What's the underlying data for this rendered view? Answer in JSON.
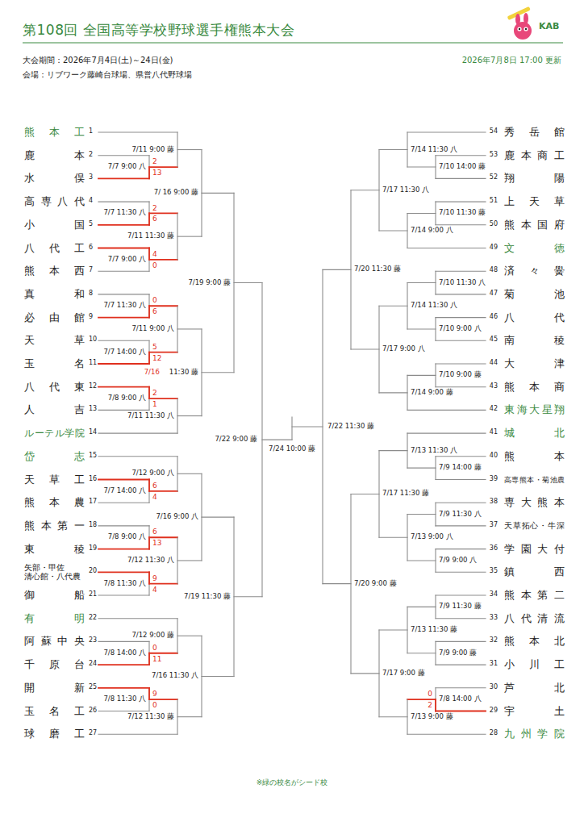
{
  "diagram": {
    "labels": [
      "第108回 全国高等学校野球選手権熊本大会",
      "KAB",
      "大会期間：2026年7月4日(土)～24日(金)",
      "会場：リブワーク藤崎台球場、県営八代野球場",
      "2026年7月8日 17:00 更新",
      "熊本工",
      "1",
      "鹿本",
      "2",
      "水俣",
      "3",
      "高専八代",
      "4",
      "小国",
      "5",
      "八代工",
      "6",
      "熊本西",
      "7",
      "真和",
      "8",
      "必由館",
      "9",
      "天草",
      "10",
      "玉名",
      "11",
      "八代東",
      "12",
      "人吉",
      "13",
      "ルーテル学院",
      "14",
      "岱志",
      "15",
      "天草工",
      "16",
      "熊本農",
      "17",
      "熊本第一",
      "18",
      "東稜",
      "19",
      "矢部・甲佐 清心館・八代農",
      "20",
      "御船",
      "21",
      "有明",
      "22",
      "阿蘇中央",
      "23",
      "千原台",
      "24",
      "開新",
      "25",
      "玉名工",
      "26",
      "球磨工",
      "27",
      "54",
      "秀岳館",
      "53",
      "鹿本商工",
      "52",
      "翔陽",
      "51",
      "上天草",
      "50",
      "熊本国府",
      "49",
      "文徳",
      "48",
      "済々黌",
      "47",
      "菊池",
      "46",
      "八代",
      "45",
      "南稜",
      "44",
      "大津",
      "43",
      "熊本商",
      "42",
      "東海大星翔",
      "41",
      "城北",
      "40",
      "熊本",
      "39",
      "高専熊本・菊池農",
      "38",
      "専大熊本",
      "37",
      "天草拓心・牛深",
      "36",
      "学園大付",
      "35",
      "鎮西",
      "34",
      "熊本第二",
      "33",
      "八代清流",
      "32",
      "熊本北",
      "31",
      "小川工",
      "30",
      "芦北",
      "29",
      "宇土",
      "28",
      "九州学院",
      "7/7 9:00 八",
      "2",
      "13",
      "7/11 9:00 藤",
      "7/7 11:30 八",
      "2",
      "6",
      "7/7 9:00 八",
      "4",
      "0",
      "7/11 11:30 藤",
      "7/ 16 9:00 藤",
      "7/7 11:30 八",
      "0",
      "6",
      "7/7 14:00 八",
      "5",
      "12",
      "7/11 9:00 八",
      "7/8 9:00 八",
      "2",
      "1",
      "7/11 11:30 八",
      "7/16",
      "11:30 藤",
      "7/19 9:00 藤",
      "7/7 14:00 八",
      "6",
      "4",
      "7/12 9:00 八",
      "7/8 9:00 八",
      "6",
      "13",
      "7/8 11:30 八",
      "9",
      "4",
      "7/12 11:30 八",
      "7/16 9:00 八",
      "7/8 14:00 八",
      "0",
      "11",
      "7/12 9:00 藤",
      "7/8 11:30 八",
      "9",
      "0",
      "7/12 11:30 藤",
      "7/16 11:30 八",
      "7/19 11:30 藤",
      "7/22 9:00 藤",
      "7/10 14:00 藤",
      "7/14 11:30 八",
      "7/10 11:30 藤",
      "7/14 9:00 八",
      "7/17 11:30 八",
      "7/10 11:30 八",
      "7/10 9:00 八",
      "7/14 11:30 八",
      "7/10 9:00 藤",
      "7/14 9:00 藤",
      "7/17 9:00 八",
      "7/20 11:30 藤",
      "7/9 14:00 藤",
      "7/13 11:30 八",
      "7/9 11:30 八",
      "7/9 9:00 八",
      "7/13 9:00 八",
      "7/17 11:30 藤",
      "7/9 11:30 藤",
      "7/9 9:00 藤",
      "7/13 11:30 藤",
      "7/8 14:00 八",
      "0",
      "2",
      "7/13 9:00 藤",
      "7/17 9:00 藤",
      "7/20 9:00 藤",
      "7/22 11:30 藤",
      "7/24 10:00 藤",
      "※緑の校名がシード校"
    ]
  }
}
